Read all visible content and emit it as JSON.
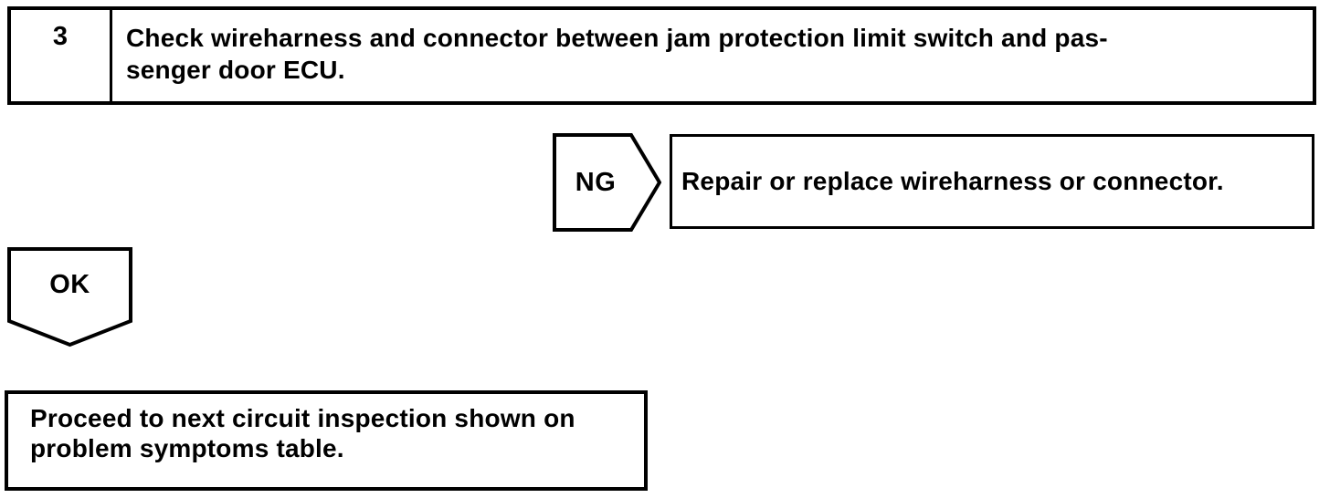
{
  "colors": {
    "background": "#ffffff",
    "line": "#000000",
    "text": "#000000"
  },
  "flowchart": {
    "step_box": {
      "number": "3",
      "instruction": "Check wireharness and connector between jam protection limit switch and pas-\nsenger door ECU."
    },
    "ng_connector": {
      "label": "NG"
    },
    "ng_action_box": {
      "text": "Repair or replace wireharness or connector."
    },
    "ok_connector": {
      "label": "OK"
    },
    "result_box": {
      "text": "Proceed to next circuit inspection shown on\nproblem symptoms table."
    }
  }
}
